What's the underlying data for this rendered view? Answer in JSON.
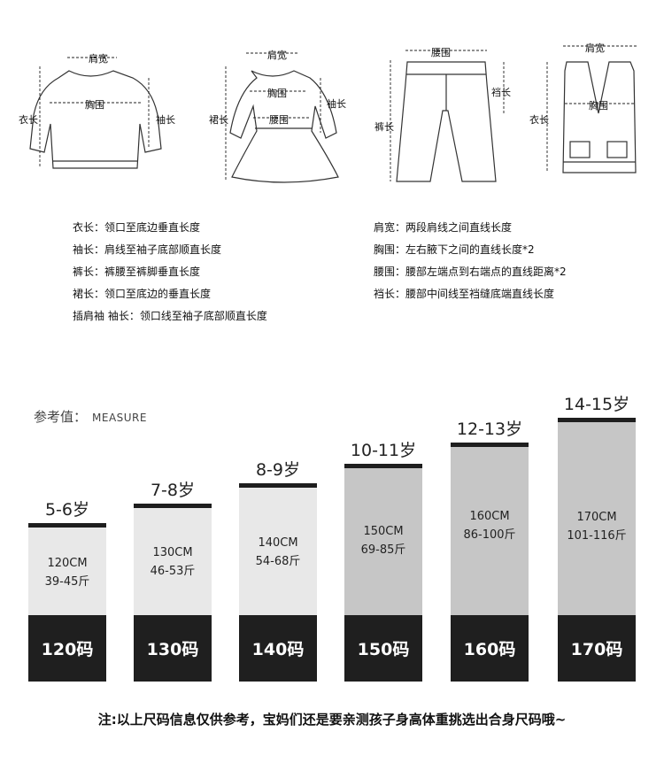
{
  "garment_labels": {
    "shoulder_width": "肩宽",
    "chest": "胸围",
    "waist": "腰围",
    "body_length": "衣长",
    "sleeve_length": "袖长",
    "skirt_length": "裙长",
    "pants_length": "裤长",
    "crotch": "裆长"
  },
  "definitions_left": [
    "衣长：领口至底边垂直长度",
    "袖长：肩线至袖子底部顺直长度",
    "裤长：裤腰至裤脚垂直长度",
    "裙长：领口至底边的垂直长度",
    "插肩袖 袖长：领口线至袖子底部顺直长度"
  ],
  "definitions_right": [
    "肩宽：两段肩线之间直线长度",
    "胸围：左右腋下之间的直线长度*2",
    "腰围：腰部左端点到右端点的直线距离*2",
    "裆长：腰部中间线至裆缝底端直线长度"
  ],
  "measure_title": "参考值：",
  "measure_title_en": "MEASURE",
  "sizes": [
    {
      "age": "5-6岁",
      "height": "120CM",
      "weight": "39-45斤",
      "code": "120码",
      "color": "#e8e8e8"
    },
    {
      "age": "7-8岁",
      "height": "130CM",
      "weight": "46-53斤",
      "code": "130码",
      "color": "#e8e8e8"
    },
    {
      "age": "8-9岁",
      "height": "140CM",
      "weight": "54-68斤",
      "code": "140码",
      "color": "#e8e8e8"
    },
    {
      "age": "10-11岁",
      "height": "150CM",
      "weight": "69-85斤",
      "code": "150码",
      "color": "#c6c6c6"
    },
    {
      "age": "12-13岁",
      "height": "160CM",
      "weight": "86-100斤",
      "code": "160码",
      "color": "#c6c6c6"
    },
    {
      "age": "14-15岁",
      "height": "170CM",
      "weight": "101-116斤",
      "code": "170码",
      "color": "#c6c6c6"
    }
  ],
  "note": "注:以上尺码信息仅供参考，宝妈们还是要亲测孩子身高体重挑选出合身尺码哦~"
}
